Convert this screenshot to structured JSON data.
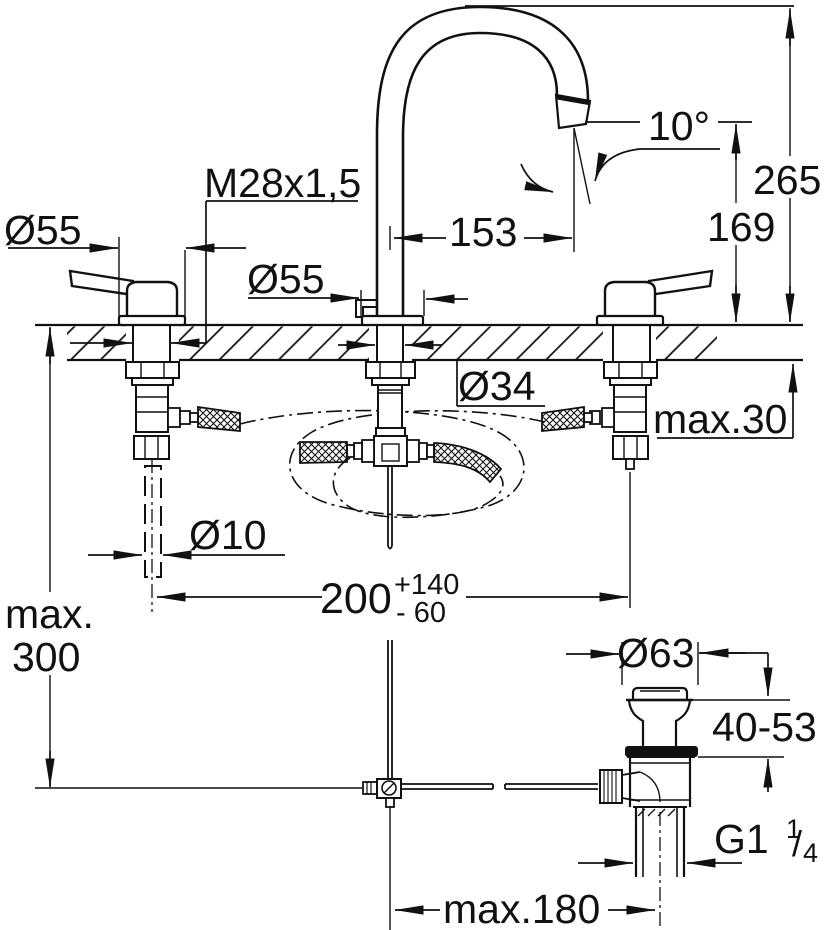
{
  "drawing": {
    "title": "Basin mixer installation dimension drawing",
    "colors": {
      "line": "#111111",
      "background": "#ffffff",
      "hatch": "#111111"
    },
    "labels": {
      "dia55_left": "Ø55",
      "thread_m28": "M28x1,5",
      "dia55_center": "Ø55",
      "spout_reach_153": "153",
      "spout_angle_10": "10°",
      "height_265": "265",
      "height_169": "169",
      "hole_dia34": "Ø34",
      "deck_max30": "max.30",
      "rod_dia10": "Ø10",
      "max_word": "max.",
      "max_300": "300",
      "spacing_200": "200",
      "tolerance_plus": "+140",
      "tolerance_minus": "- 60",
      "drain_dia63": "Ø63",
      "drain_range_40_53": "40-53",
      "thread_g1": "G1",
      "fraction_numerator": "1",
      "fraction_slash": "/",
      "fraction_denominator": "4",
      "drain_offset_max180": "max.180"
    }
  }
}
